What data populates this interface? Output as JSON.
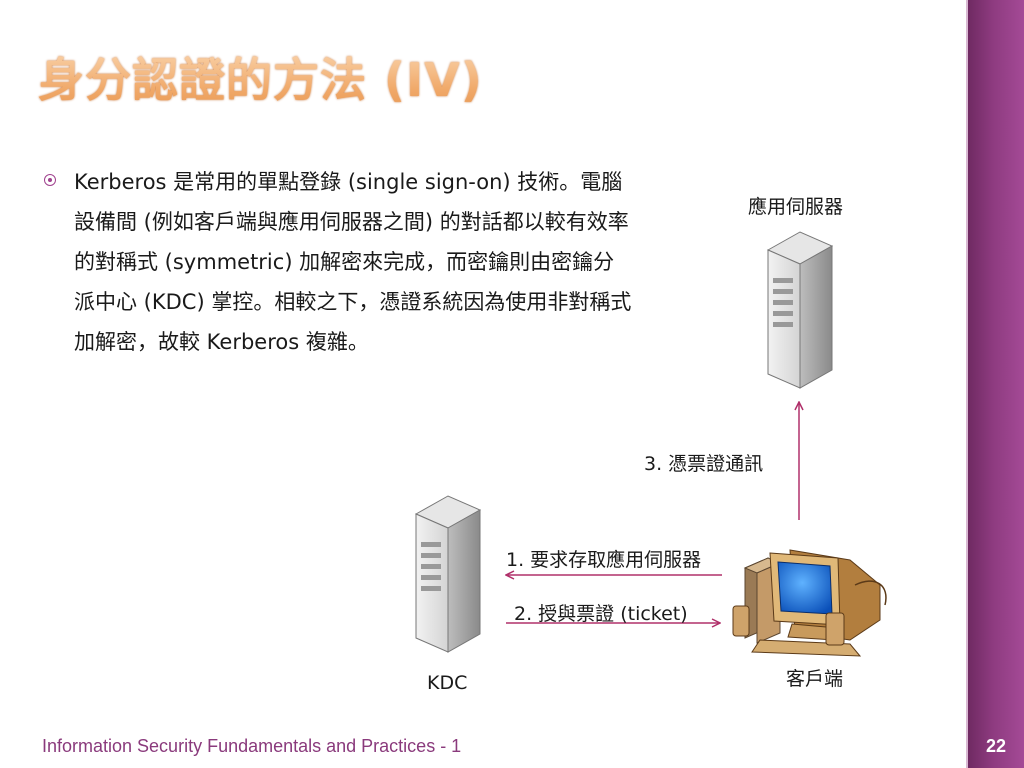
{
  "slide": {
    "title": "身分認證的方法 (IV)",
    "bullet": "Kerberos 是常用的單點登錄 (single sign-on) 技術。電腦設備間 (例如客戶端與應用伺服器之間) 的對話都以較有效率的對稱式 (symmetric) 加解密來完成，而密鑰則由密鑰分派中心 (KDC) 掌控。相較之下，憑證系統因為使用非對稱式加解密，故較 Kerberos 複雜。",
    "footer": "Information Security Fundamentals and Practices - 1",
    "page_number": "22"
  },
  "diagram": {
    "app_server_label": "應用伺服器",
    "kdc_label": "KDC",
    "client_label": "客戶端",
    "step1": "1. 要求存取應用伺服器",
    "step2": "2. 授與票證 (ticket)",
    "step3": "3. 憑票證通訊",
    "arrow_color": "#b0306a"
  }
}
